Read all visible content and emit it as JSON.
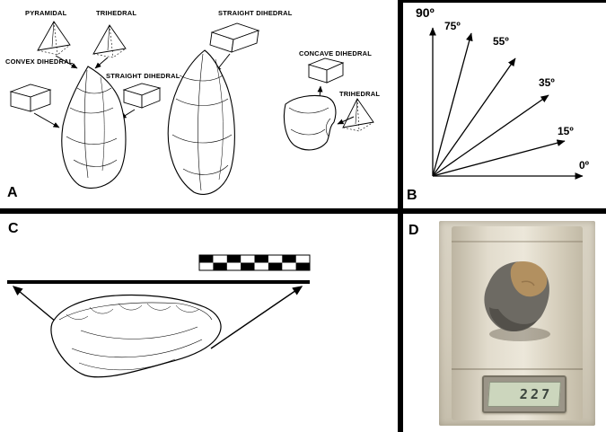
{
  "panels": {
    "a": {
      "label": "A",
      "labels": [
        "PYRAMIDAL",
        "TRIHEDRAL",
        "STRAIGHT DIHEDRAL",
        "CONVEX DIHEDRAL",
        "STRAIGHT DIHEDRAL",
        "CONCAVE DIHEDRAL",
        "TRIHEDRAL"
      ]
    },
    "b": {
      "label": "B",
      "angles": [
        "90º",
        "75º",
        "55º",
        "35º",
        "15º",
        "0º"
      ]
    },
    "c": {
      "label": "C"
    },
    "d": {
      "label": "D",
      "scale_reading": "227"
    }
  }
}
